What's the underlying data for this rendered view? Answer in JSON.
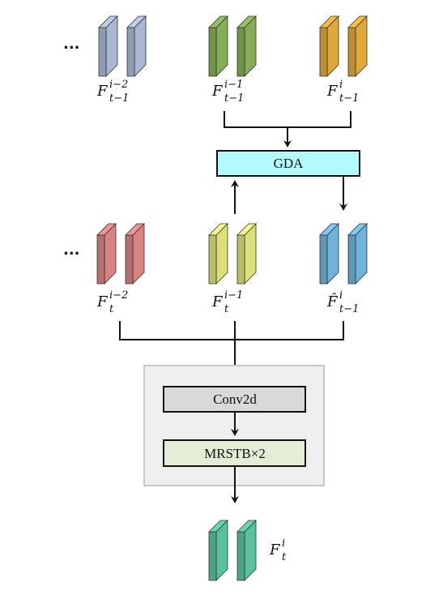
{
  "diagram": {
    "rows": {
      "top": {
        "ellipsis": "...",
        "blocks": [
          {
            "id": "top-a",
            "color": "#a9b7d1",
            "label": {
              "base": "F",
              "sup": "i−2",
              "sub": "t−1"
            }
          },
          {
            "id": "top-b",
            "color": "#84ad55",
            "label": {
              "base": "F",
              "sup": "i−1",
              "sub": "t−1"
            }
          },
          {
            "id": "top-c",
            "color": "#e0a83a",
            "label": {
              "base": "F",
              "sup": "i",
              "sub": "t−1"
            }
          }
        ]
      },
      "middle": {
        "ellipsis": "...",
        "blocks": [
          {
            "id": "mid-a",
            "color": "#d98382",
            "label": {
              "base": "F",
              "sup": "i−2",
              "sub": "t"
            }
          },
          {
            "id": "mid-b",
            "color": "#dbe07a",
            "label": {
              "base": "F",
              "sup": "i−1",
              "sub": "t"
            }
          },
          {
            "id": "mid-c",
            "color": "#6fb3dc",
            "label": {
              "base": "F̂",
              "sup": "i",
              "sub": "t−1"
            }
          }
        ]
      },
      "output": {
        "blocks": [
          {
            "id": "out",
            "color": "#59c19b",
            "label": {
              "base": "F",
              "sup": "i",
              "sub": "t"
            }
          }
        ]
      }
    },
    "modules": {
      "gda": {
        "label": "GDA",
        "fill": "#b3fafc"
      },
      "conv2d": {
        "label": "Conv2d",
        "fill": "#d9d9d9"
      },
      "mrstb": {
        "label": "MRSTB×2",
        "fill": "#e3edd5"
      },
      "container_fill": "#efefef"
    }
  }
}
